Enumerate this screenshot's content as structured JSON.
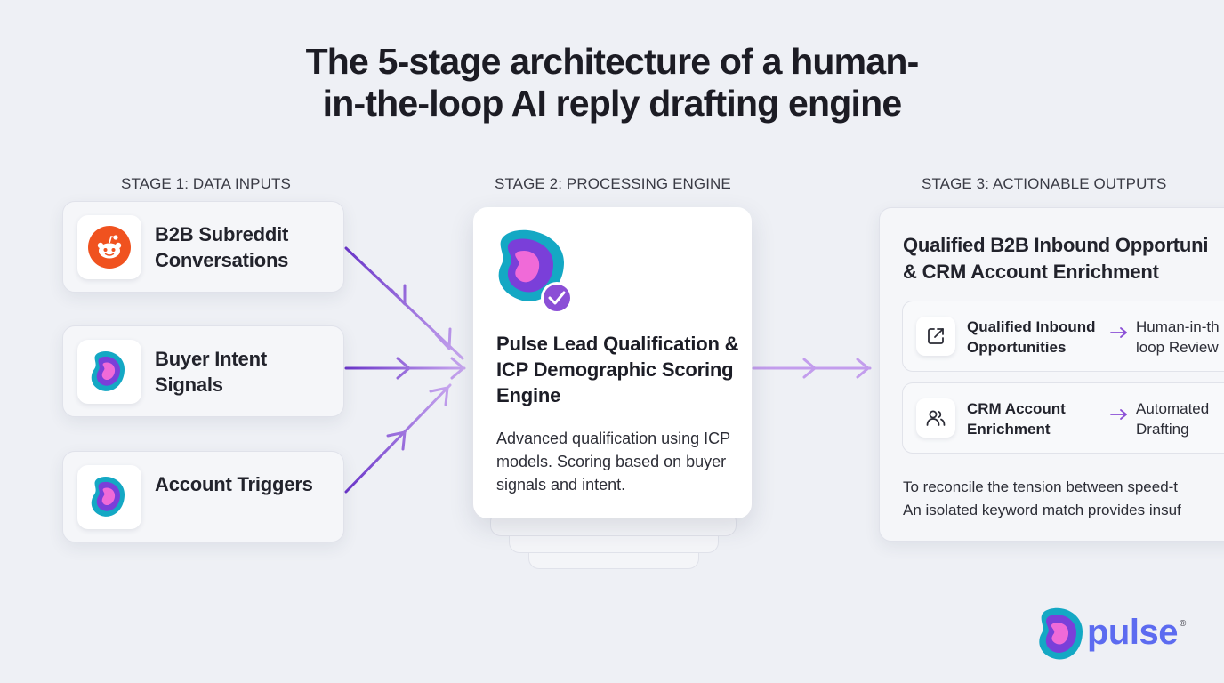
{
  "title": {
    "line1": "The 5-stage architecture of a human-",
    "line2": "in-the-loop AI reply drafting engine"
  },
  "stages": {
    "stage1": {
      "label": "STAGE 1: DATA INPUTS"
    },
    "stage2": {
      "label": "STAGE 2: PROCESSING ENGINE"
    },
    "stage3": {
      "label": "STAGE 3: ACTIONABLE OUTPUTS"
    }
  },
  "inputs": [
    {
      "label": "B2B Subreddit Conversations",
      "icon": "reddit-icon"
    },
    {
      "label": "Buyer Intent Signals",
      "icon": "pulse-blob-icon"
    },
    {
      "label": "Account Triggers",
      "icon": "pulse-blob-icon"
    }
  ],
  "engine": {
    "title": "Pulse Lead Qualification & ICP Demographic Scoring Engine",
    "description": "Advanced qualification using ICP models. Scoring based on buyer signals and intent.",
    "icon": "pulse-check-icon"
  },
  "outputs": {
    "title_line1": "Qualified B2B Inbound Opportuni",
    "title_line2": "& CRM Account Enrichment",
    "items": [
      {
        "label": "Qualified Inbound Opportunities",
        "result_line1": "Human-in-th",
        "result_line2": "loop Review",
        "icon": "external-link-icon"
      },
      {
        "label": "CRM Account Enrichment",
        "result_line1": "Automated",
        "result_line2": "Drafting",
        "icon": "users-icon"
      }
    ],
    "description_line1": "To reconcile the tension between speed-t",
    "description_line2": "An isolated keyword match provides insuf"
  },
  "brand": {
    "name": "pulse",
    "mark": "®"
  },
  "colors": {
    "background": "#eef0f5",
    "accent_purple": "#8b4fd6",
    "accent_light_purple": "#c09ae8",
    "brand_blue": "#5c6bf0",
    "reddit_orange": "#f0521f"
  }
}
